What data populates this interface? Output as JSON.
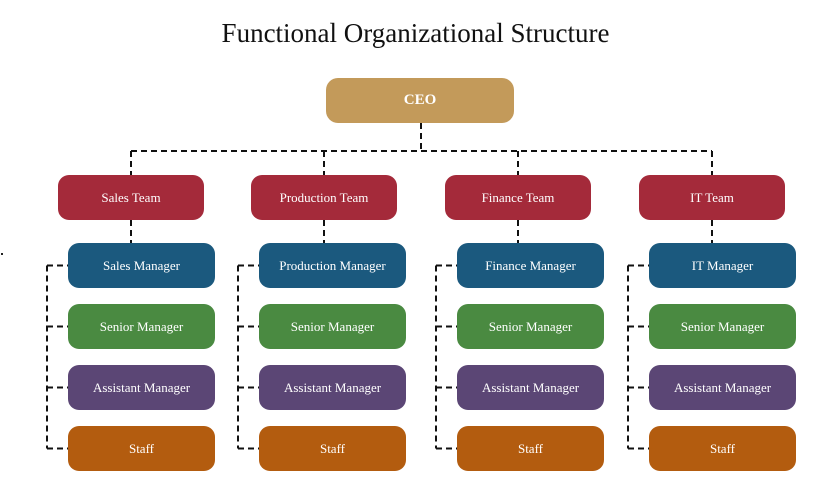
{
  "title": "Functional Organizational Structure",
  "ceo": {
    "label": "CEO",
    "color": "#c39a5a"
  },
  "colors": {
    "team": "#a42a3a",
    "levels": [
      "#1b597e",
      "#4a8a41",
      "#5b4675",
      "#b35c0f"
    ],
    "connector": "#111111"
  },
  "departments": [
    {
      "team": "Sales Team",
      "roles": [
        "Sales Manager",
        "Senior Manager",
        "Assistant Manager",
        "Staff"
      ]
    },
    {
      "team": "Production Team",
      "roles": [
        "Production Manager",
        "Senior Manager",
        "Assistant Manager",
        "Staff"
      ]
    },
    {
      "team": "Finance Team",
      "roles": [
        "Finance Manager",
        "Senior Manager",
        "Assistant Manager",
        "Staff"
      ]
    },
    {
      "team": "IT Team",
      "roles": [
        "IT Manager",
        "Senior Manager",
        "Assistant Manager",
        "Staff"
      ]
    }
  ]
}
